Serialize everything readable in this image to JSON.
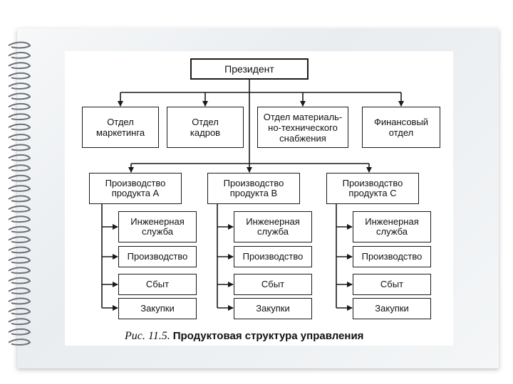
{
  "diagram": {
    "president": "Президент",
    "departments": [
      "Отдел\nмаркетинга",
      "Отдел\nкадров",
      "Отдел материаль-\nно-технического\nснабжения",
      "Финансовый\nотдел"
    ],
    "products": [
      {
        "title": "Производство\nпродукта А",
        "units": [
          "Инженерная\nслужба",
          "Производство",
          "Сбыт",
          "Закупки"
        ]
      },
      {
        "title": "Производство\nпродукта В",
        "units": [
          "Инженерная\nслужба",
          "Производство",
          "Сбыт",
          "Закупки"
        ]
      },
      {
        "title": "Производство\nпродукта С",
        "units": [
          "Инженерная\nслужба",
          "Производство",
          "Сбыт",
          "Закупки"
        ]
      }
    ],
    "caption_fig": "Рис. 11.5.",
    "caption_title": "Продуктовая структура управления"
  }
}
